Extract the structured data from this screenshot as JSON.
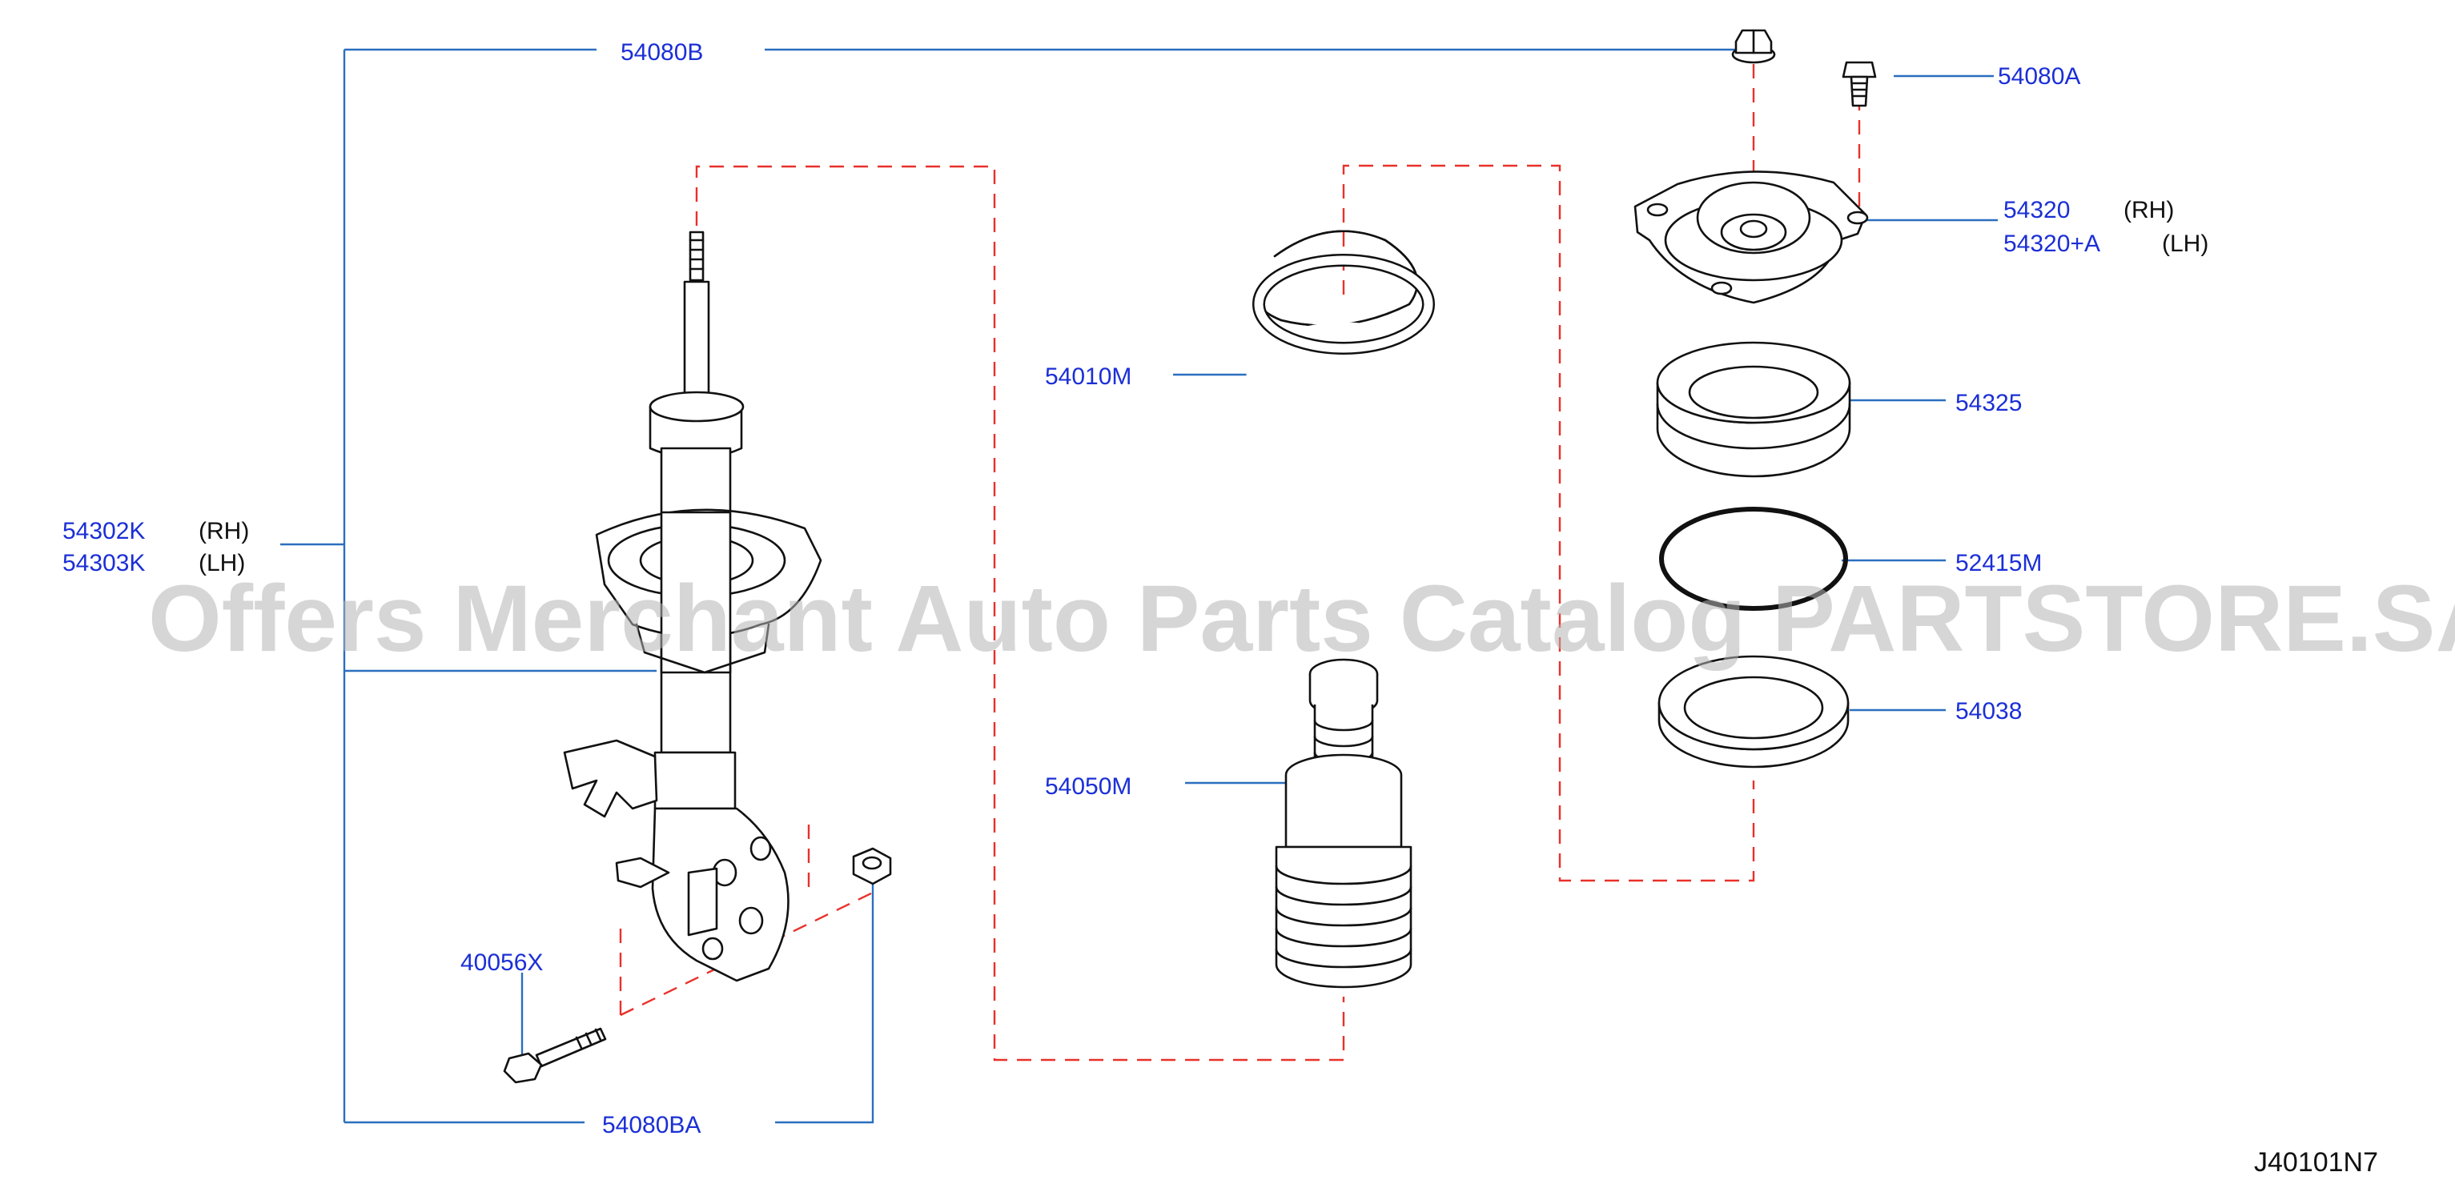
{
  "callouts": {
    "c54080B": "54080B",
    "c54080A": "54080A",
    "c54320": "54320",
    "c54320_rh": "(RH)",
    "c54320A": "54320+A",
    "c54320A_lh": "(LH)",
    "c54010M": "54010M",
    "c54325": "54325",
    "c54302K": "54302K",
    "c54302K_rh": "(RH)",
    "c54303K": "54303K",
    "c54303K_lh": "(LH)",
    "c52415M": "52415M",
    "c54038": "54038",
    "c54050M": "54050M",
    "c40056X": "40056X",
    "c54080BA": "54080BA"
  },
  "watermark": "Offers Merchant Auto Parts Catalog PARTSTORE.SA",
  "diagram_code": "J40101N7",
  "colors": {
    "callout_text": "#1b2fd6",
    "leader_line": "#2a6fbf",
    "dash_line": "#e8312a",
    "part_outline": "#111111",
    "watermark": "#b4b4b4"
  }
}
